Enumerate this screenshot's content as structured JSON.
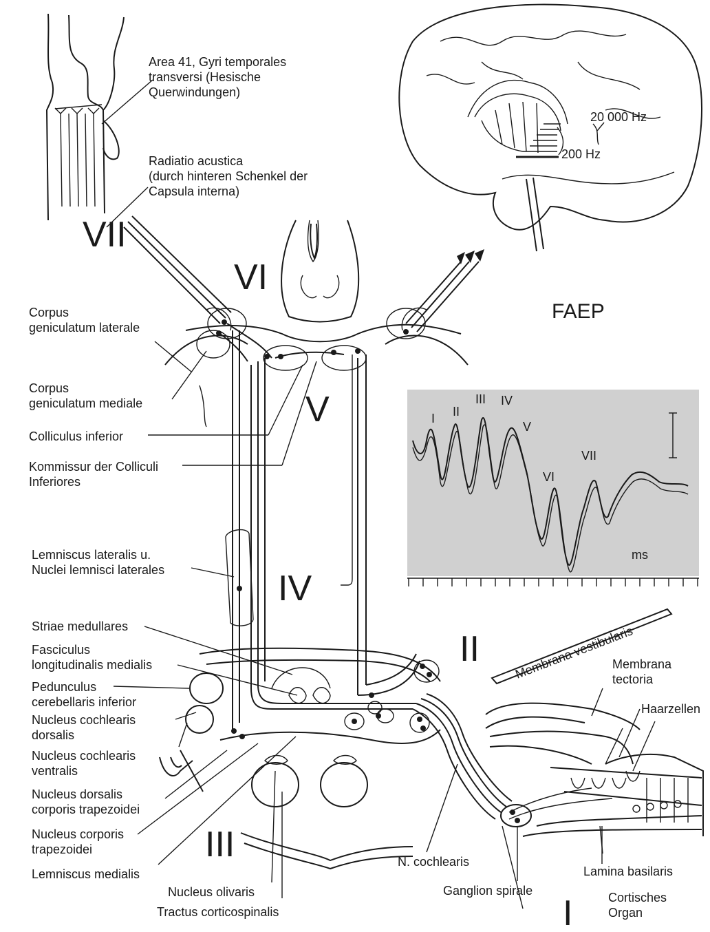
{
  "labels": {
    "area41": [
      "Area 41, Gyri temporales",
      "transversi (Hesische",
      "Querwindungen)"
    ],
    "radiatio": [
      "Radiatio acustica",
      "(durch hinteren Schenkel der",
      "Capsula interna)"
    ],
    "cgl": [
      "Corpus",
      "geniculatum laterale"
    ],
    "cgm": [
      "Corpus",
      "geniculatum mediale"
    ],
    "colliculus": [
      "Colliculus inferior"
    ],
    "kommissur": [
      "Kommissur der Colliculi",
      "Inferiores"
    ],
    "lemniscus_lat": [
      "Lemniscus lateralis u.",
      "Nuclei lemnisci laterales"
    ],
    "striae": [
      "Striae medullares"
    ],
    "fasciculus": [
      "Fasciculus",
      "longitudinalis medialis"
    ],
    "pedunculus": [
      "Pedunculus",
      "cerebellaris inferior"
    ],
    "nc_dorsalis": [
      "Nucleus cochlearis",
      "dorsalis"
    ],
    "nc_ventralis": [
      "Nucleus cochlearis",
      "ventralis"
    ],
    "n_dors_trap": [
      "Nucleus dorsalis",
      "corporis trapezoidei"
    ],
    "n_corp_trap": [
      "Nucleus corporis",
      "trapezoidei"
    ],
    "lemniscus_med": [
      "Lemniscus medialis"
    ],
    "n_olivaris": [
      "Nucleus olivaris"
    ],
    "tractus": [
      "Tractus corticospinalis"
    ],
    "n_cochlearis": [
      "N. cochlearis"
    ],
    "ganglion": [
      "Ganglion spirale"
    ],
    "lamina": [
      "Lamina basilaris"
    ],
    "cortisches": [
      "Cortisches",
      "Organ"
    ],
    "membrana_vest": [
      "Membrana vestibularis"
    ],
    "membrana_tect": [
      "Membrana",
      "tectoria"
    ],
    "haarzellen": [
      "Haarzellen"
    ],
    "hz_high": [
      "20 000 Hz"
    ],
    "hz_low": [
      "200 Hz"
    ],
    "faep": [
      "FAEP"
    ]
  },
  "roman": {
    "I": "I",
    "II": "II",
    "III": "III",
    "IV": "IV",
    "V": "V",
    "VI": "VI",
    "VII": "VII"
  },
  "waveform": {
    "peaks": [
      "I",
      "II",
      "III",
      "IV",
      "V",
      "VI",
      "VII"
    ],
    "unit": "ms",
    "background": "#d0d0d0"
  }
}
